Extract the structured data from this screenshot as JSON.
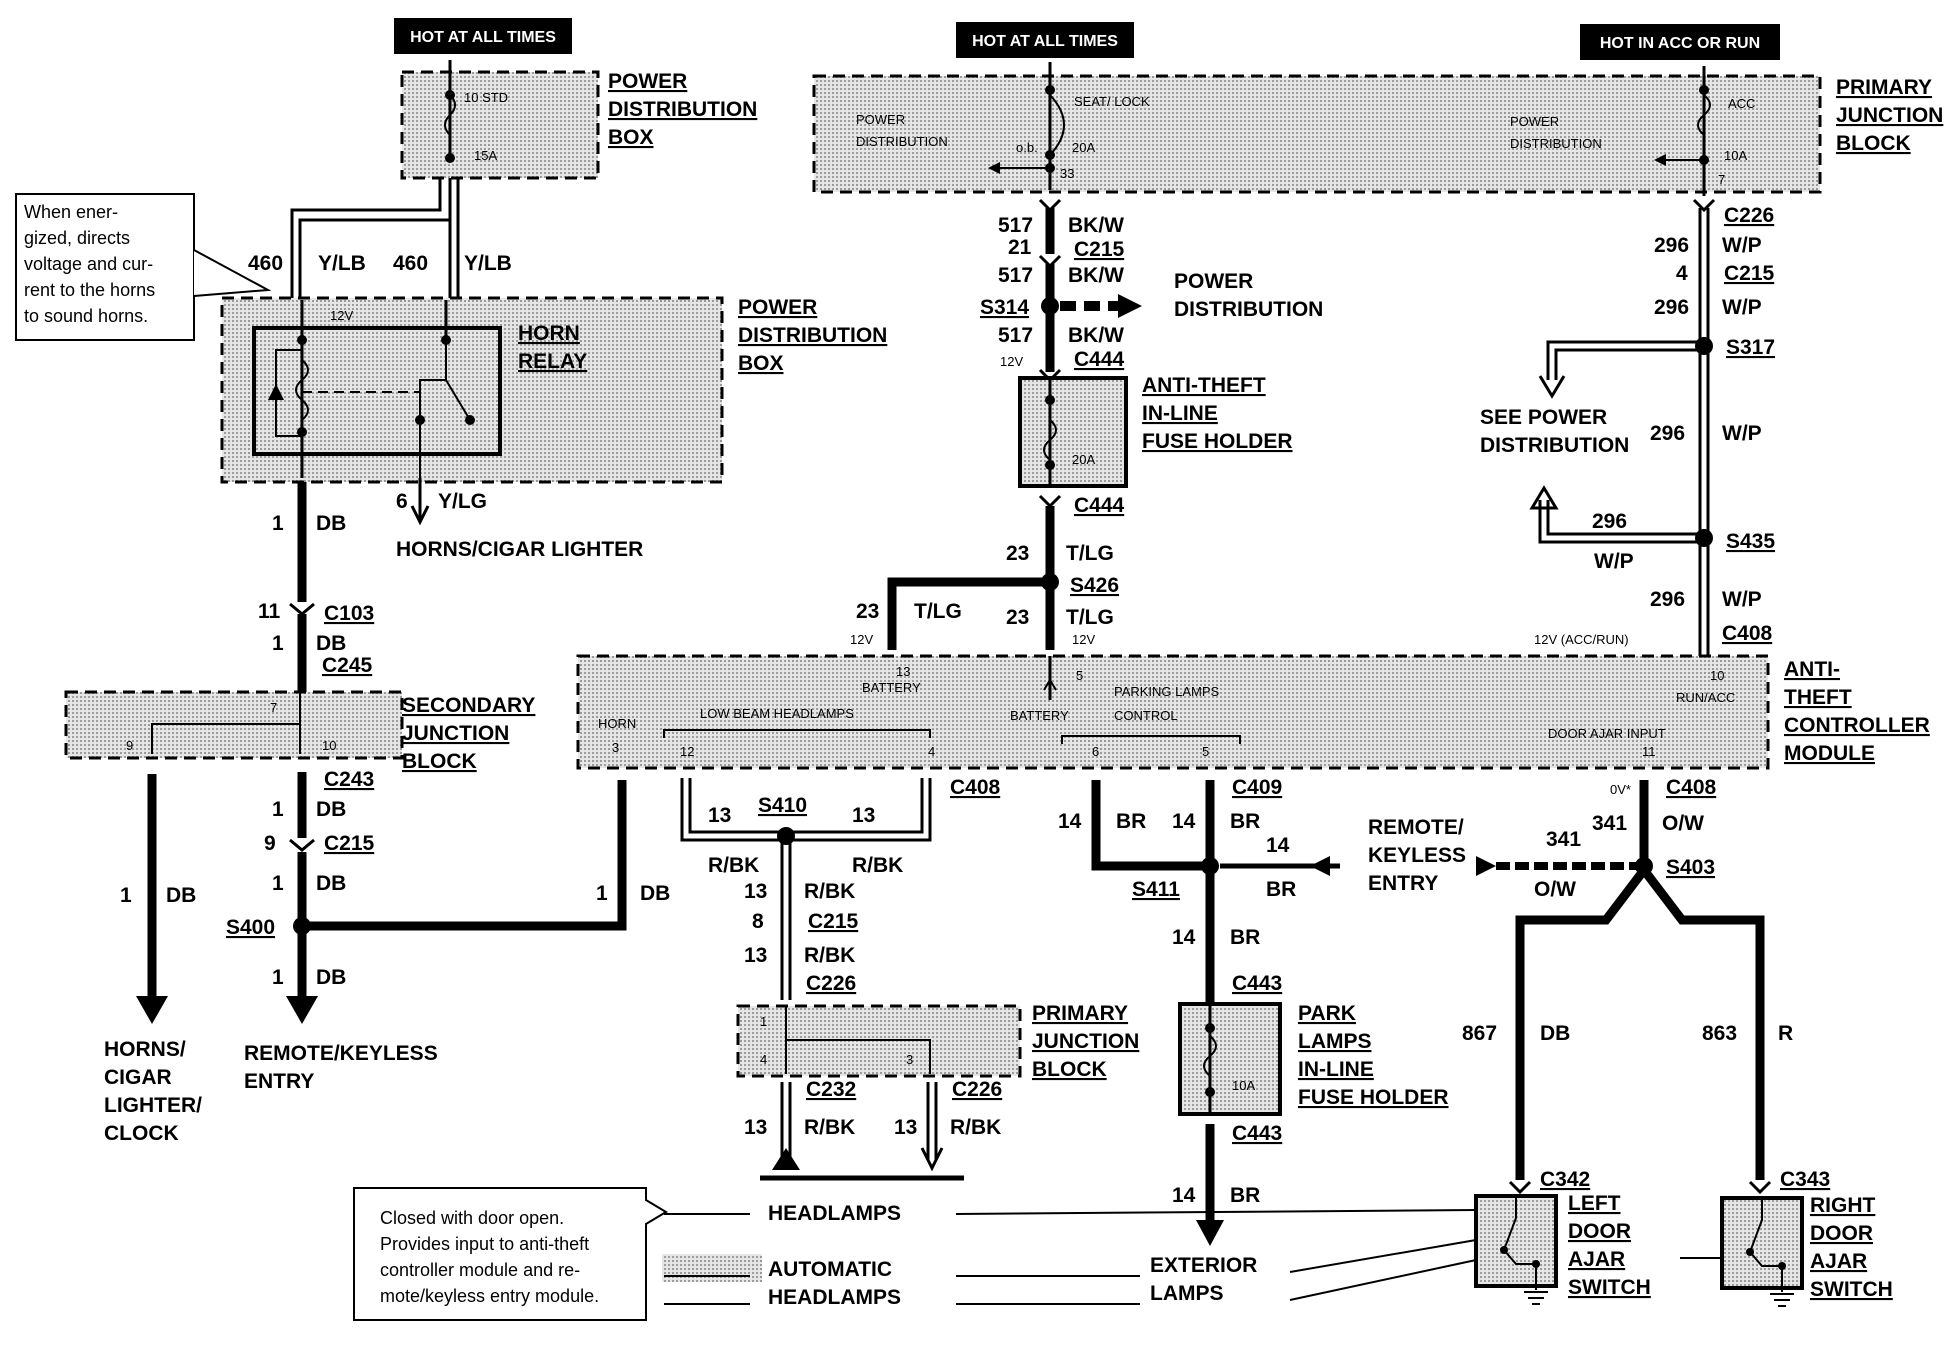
{
  "headers": {
    "hot1": "HOT AT ALL TIMES",
    "hot2": "HOT AT ALL TIMES",
    "hot3": "HOT IN ACC OR RUN"
  },
  "components": {
    "pdb_top": [
      "POWER",
      "DISTRIBUTION",
      "BOX"
    ],
    "pdb_relay": [
      "POWER",
      "DISTRIBUTION",
      "BOX"
    ],
    "horn_relay": [
      "HORN",
      "RELAY"
    ],
    "pjb_top": [
      "PRIMARY",
      "JUNCTION",
      "BLOCK"
    ],
    "antitheft_fuse": [
      "ANTI-THEFT",
      "IN-LINE",
      "FUSE HOLDER"
    ],
    "sjb": [
      "SECONDARY",
      "JUNCTION",
      "BLOCK"
    ],
    "atcm": [
      "ANTI-",
      "THEFT",
      "CONTROLLER",
      "MODULE"
    ],
    "pjb_bottom": [
      "PRIMARY",
      "JUNCTION",
      "BLOCK"
    ],
    "park_fuse": [
      "PARK",
      "LAMPS",
      "IN-LINE",
      "FUSE HOLDER"
    ],
    "left_door": [
      "LEFT",
      "DOOR",
      "AJAR",
      "SWITCH"
    ],
    "right_door": [
      "RIGHT",
      "DOOR",
      "AJAR",
      "SWITCH"
    ]
  },
  "notes": {
    "relay_note": [
      "When ener-",
      "gized, directs",
      "voltage and cur-",
      "rent to the horns",
      "to sound horns."
    ],
    "switch_note": [
      "Closed with door open.",
      "Provides input to anti-theft",
      "controller module and re-",
      "mote/keyless entry module."
    ]
  },
  "fuses": {
    "f10": "10 STD",
    "f10a": "15A",
    "seat_lock": "SEAT/ LOCK",
    "f20a": "20A",
    "ob": "o.b.",
    "pin33": "33",
    "acc": "ACC",
    "f10a_acc": "10A",
    "pin7": "7",
    "inline20a": "20A",
    "inline10a": "10A",
    "pd_left": [
      "POWER",
      "DISTRIBUTION"
    ],
    "pd_right": [
      "POWER",
      "DISTRIBUTION"
    ],
    "v12_relay": "12V"
  },
  "wires": {
    "w460a": "460",
    "ylb_a": "Y/LB",
    "w460b": "460",
    "ylb_b": "Y/LB",
    "w6": "6",
    "ylg": "Y/LG",
    "horns_cigar": "HORNS/CIGAR LIGHTER",
    "w1_db_a": "1",
    "db_a": "DB",
    "c11": "11",
    "c103": "C103",
    "w1_db_b": "1",
    "db_b": "DB",
    "c245": "C245",
    "sjb7": "7",
    "sjb9": "9",
    "sjb10": "10",
    "c243": "C243",
    "w1_db_c": "1",
    "db_c": "DB",
    "c9": "9",
    "c215a": "C215",
    "w1_db_d": "1",
    "db_d": "DB",
    "s400": "S400",
    "w1_db_e": "1",
    "db_e": "DB",
    "w1_db_f": "1",
    "db_f": "DB",
    "w1_db_g": "1",
    "db_g": "DB",
    "horns_out": [
      "HORNS/",
      "CIGAR",
      "LIGHTER/",
      "CLOCK"
    ],
    "rke_out": [
      "REMOTE/KEYLESS",
      "ENTRY"
    ],
    "w517a": "517",
    "bkw_a": "BK/W",
    "c21": "21",
    "c215b": "C215",
    "w517b": "517",
    "bkw_b": "BK/W",
    "s314": "S314",
    "power_dist": "POWER",
    "power_dist2": "DISTRIBUTION",
    "w517c": "517",
    "bkw_c": "BK/W",
    "v12a": "12V",
    "c444a": "C444",
    "c444b": "C444",
    "w23a": "23",
    "tlg_a": "T/LG",
    "s426": "S426",
    "w23b": "23",
    "tlg_b": "T/LG",
    "w23c": "23",
    "tlg_c": "T/LG",
    "v12b": "12V",
    "v12c": "12V",
    "c226a": "C226",
    "w296a": "296",
    "wp_a": "W/P",
    "c4": "4",
    "c215c": "C215",
    "w296b": "296",
    "wp_b": "W/P",
    "s317": "S317",
    "see_pd": [
      "SEE POWER",
      "DISTRIBUTION"
    ],
    "w296c": "296",
    "wp_c": "W/P",
    "w296d": "296",
    "wp_d": "W/P",
    "s435": "S435",
    "w296e": "296",
    "wp_e": "W/P",
    "v12run": "12V (ACC/RUN)",
    "c408a": "C408",
    "pin13": "13",
    "battery_a": "BATTERY",
    "pin5": "5",
    "battery_b": "BATTERY",
    "parking": [
      "PARKING LAMPS",
      "CONTROL"
    ],
    "pin10": "10",
    "runacc": "RUN/ACC",
    "horn_pin": "HORN",
    "pin3": "3",
    "lowbeam": "LOW BEAM HEADLAMPS",
    "pin12": "12",
    "pin4": "4",
    "pin6": "6",
    "pin5b": "5",
    "doorajar": "DOOR AJAR INPUT",
    "pin11": "11",
    "c408b": "C408",
    "s410": "S410",
    "w13a": "13",
    "w13b": "13",
    "rbk_a": "R/BK",
    "rbk_b": "R/BK",
    "w13c": "13",
    "rbk_c": "R/BK",
    "c8": "8",
    "c215d": "C215",
    "w13d": "13",
    "rbk_d": "R/BK",
    "c226b": "C226",
    "pjb1": "1",
    "pjb4": "4",
    "pjb3": "3",
    "c232": "C232",
    "c226c": "C226",
    "w13e": "13",
    "rbk_e": "R/BK",
    "w13f": "13",
    "rbk_f": "R/BK",
    "c409": "C409",
    "w14a": "14",
    "br_a": "BR",
    "w14b": "14",
    "br_b": "BR",
    "w14c": "14",
    "s411": "S411",
    "br_c": "BR",
    "w14d": "14",
    "br_d": "BR",
    "c443a": "C443",
    "c443b": "C443",
    "w14e": "14",
    "br_e": "BR",
    "rke_mid": [
      "REMOTE/",
      "KEYLESS",
      "ENTRY"
    ],
    "w341a": "341",
    "ow_a": "O/W",
    "dv": "0V*",
    "c408c": "C408",
    "w341b": "341",
    "ow_b": "O/W",
    "s403": "S403",
    "w867": "867",
    "db_h": "DB",
    "w863": "863",
    "r": "R",
    "c342": "C342",
    "c343": "C343",
    "headlamps": "HEADLAMPS",
    "auto_head": [
      "AUTOMATIC",
      "HEADLAMPS"
    ],
    "exterior": [
      "EXTERIOR",
      "LAMPS"
    ]
  }
}
